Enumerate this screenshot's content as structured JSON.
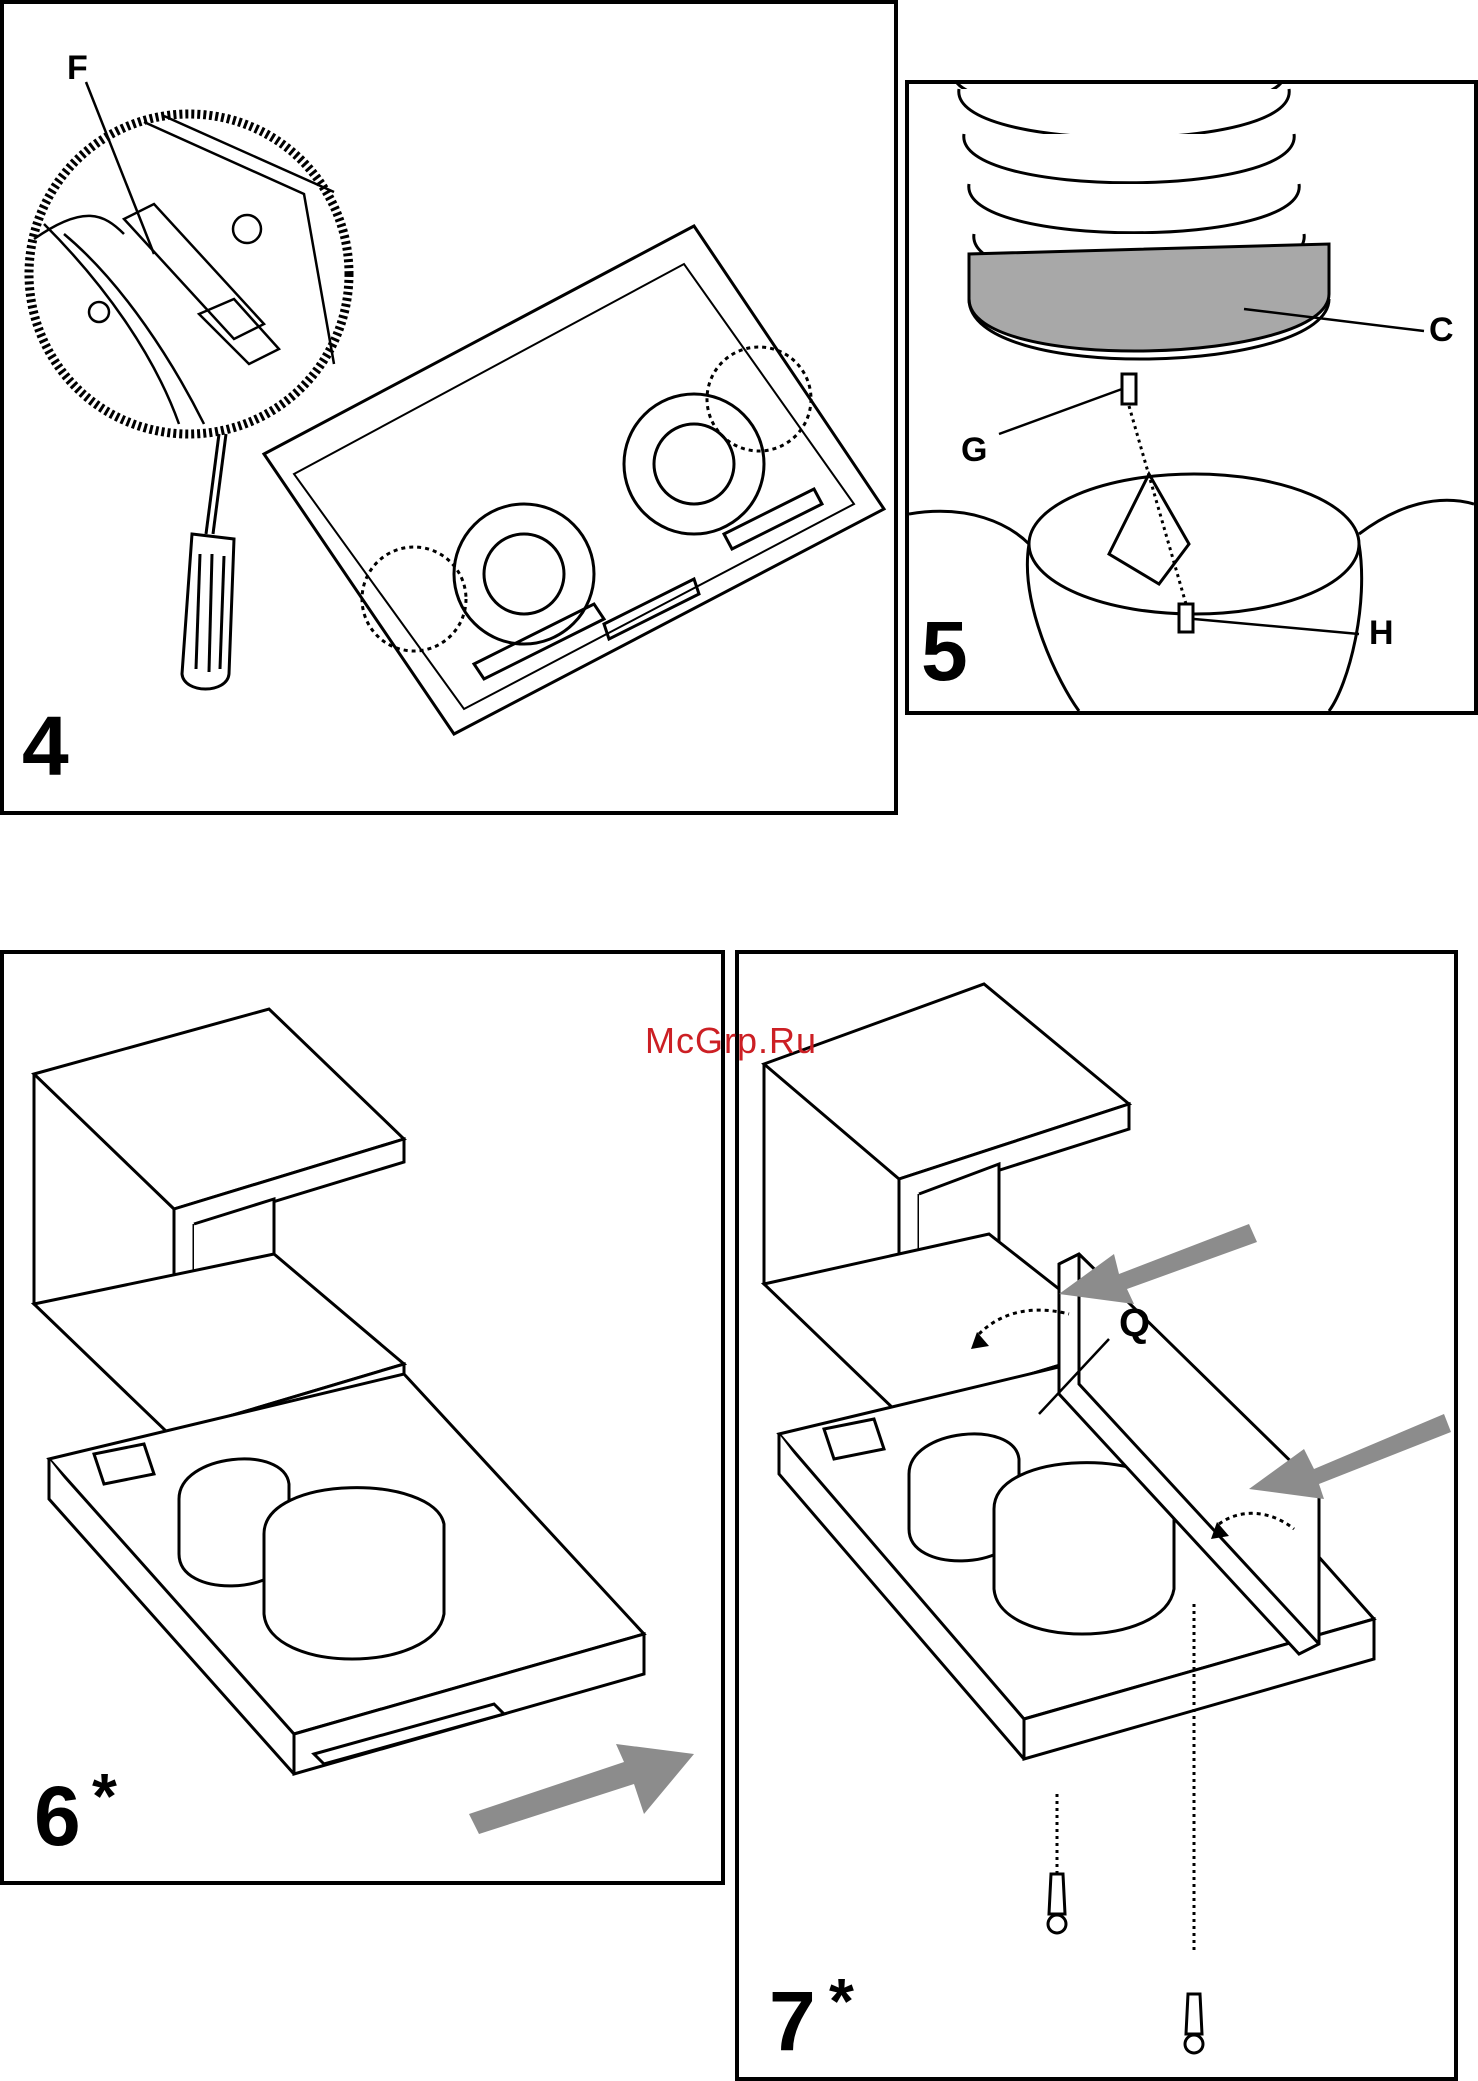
{
  "watermark": "McGrp.Ru",
  "panels": [
    {
      "step": "4",
      "callouts": [
        "F"
      ]
    },
    {
      "step": "5",
      "callouts": [
        "C",
        "G",
        "H"
      ]
    },
    {
      "step": "6",
      "asterisk": "*"
    },
    {
      "step": "7",
      "asterisk": "*",
      "callouts": [
        "Q"
      ]
    }
  ],
  "colors": {
    "line": "#000000",
    "gray_arrow": "#8c8c8c",
    "gasket": "#a8a8a8",
    "watermark": "#cc1f24"
  }
}
